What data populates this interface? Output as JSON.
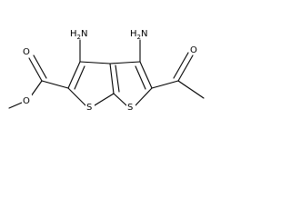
{
  "structure": {
    "atom_labels": {
      "amine_left": {
        "main": "H",
        "sub": "2",
        "tail": "N"
      },
      "amine_right": {
        "main": "H",
        "sub": "2",
        "tail": "N"
      },
      "sulfur_left": "S",
      "sulfur_right": "S",
      "ester_carbonyl_oxygen": "O",
      "ester_ether_oxygen": "O",
      "ketone_oxygen": "O"
    }
  }
}
